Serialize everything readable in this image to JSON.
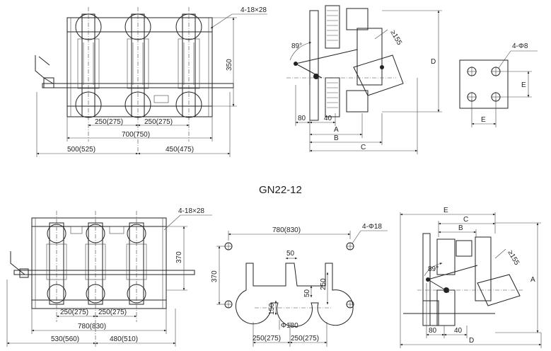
{
  "title": "GN22-12",
  "top_front": {
    "hole_note": "4-18×28",
    "h_350": "350",
    "pitch_a": "250(275)",
    "pitch_b": "250(275)",
    "overall": "700(750)",
    "left": "500(525)",
    "right": "450(475)"
  },
  "top_side": {
    "angle": "89°",
    "angle_b": "≥155",
    "d80": "80",
    "d40": "40",
    "A": "A",
    "B": "B",
    "C": "C",
    "D": "D"
  },
  "terminal": {
    "hole_note": "4-Φ8",
    "E_v": "E",
    "E_h": "E"
  },
  "bot_front": {
    "hole_note": "4-18×28",
    "h_370": "370",
    "pitch_a": "250(275)",
    "pitch_b": "250(275)",
    "overall": "780(830)",
    "left": "530(560)",
    "right": "480(510)"
  },
  "bot_base": {
    "width": "780(830)",
    "hole_note": "4-Φ18",
    "h_370": "370",
    "d50a": "50",
    "d50b": "50",
    "d250": "250",
    "d150": "150",
    "phi": "Φ180",
    "pitch_a": "250(275)",
    "pitch_b": "250(275)"
  },
  "bot_side": {
    "E": "E",
    "C": "C",
    "B": "B",
    "angle": "89°",
    "angle_b": "≥155",
    "A": "A",
    "d80": "80",
    "d40": "40",
    "D": "D"
  }
}
